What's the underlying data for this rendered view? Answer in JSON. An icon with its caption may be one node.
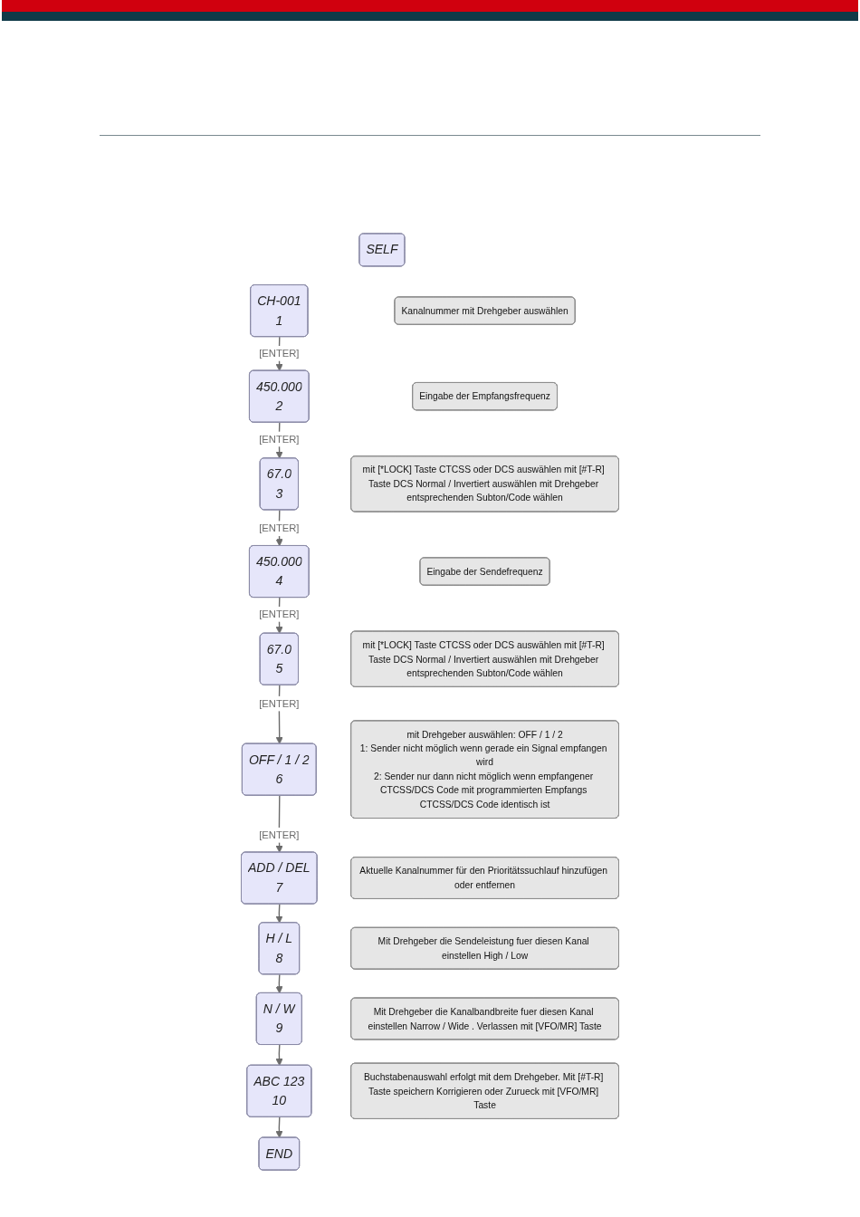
{
  "diagram": {
    "nodes": [
      {
        "text": [
          "SELF"
        ]
      },
      {
        "text": [
          "CH-001",
          "1"
        ]
      },
      {
        "text": [
          "Kanalnummer mit Drehgeber auswählen"
        ]
      },
      {
        "text": [
          "450.000",
          "2"
        ]
      },
      {
        "text": [
          "Eingabe der Empfangsfrequenz"
        ]
      },
      {
        "text": [
          "67.0",
          "3"
        ]
      },
      {
        "text": [
          "mit [*LOCK] Taste CTCSS oder DCS auswählen mit [#T-R] Taste DCS Normal / Invertiert auswählen mit Drehgeber entsprechenden Subton/Code wählen"
        ]
      },
      {
        "text": [
          "450.000",
          "4"
        ]
      },
      {
        "text": [
          "Eingabe der Sendefrequenz"
        ]
      },
      {
        "text": [
          "67.0",
          "5"
        ]
      },
      {
        "text": [
          "mit [*LOCK] Taste CTCSS oder DCS auswählen mit [#T-R] Taste DCS Normal / Invertiert auswählen mit Drehgeber entsprechenden Subton/Code wählen"
        ]
      },
      {
        "text": [
          "OFF / 1 / 2",
          "6"
        ]
      },
      {
        "text": [
          "mit Drehgeber auswählen: OFF / 1 / 2",
          "1: Sender nicht möglich wenn gerade ein Signal empfangen wird",
          "2: Sender nur dann nicht möglich wenn empfangener CTCSS/DCS Code mit programmierten Empfangs CTCSS/DCS Code identisch ist"
        ]
      },
      {
        "text": [
          "ADD / DEL",
          "7"
        ]
      },
      {
        "text": [
          "Aktuelle Kanalnummer für den Prioritätssuchlauf hinzufügen oder entfernen"
        ]
      },
      {
        "text": [
          "H / L",
          "8"
        ]
      },
      {
        "text": [
          "Mit Drehgeber die Sendeleistung fuer diesen Kanal einstellen High / Low"
        ]
      },
      {
        "text": [
          "N / W",
          "9"
        ]
      },
      {
        "text": [
          "Mit Drehgeber die Kanalbandbreite fuer diesen Kanal einstellen Narrow / Wide . Verlassen mit [VFO/MR] Taste"
        ]
      },
      {
        "text": [
          "ABC 123",
          "10"
        ]
      },
      {
        "text": [
          "Buchstabenauswahl erfolgt mit dem Drehgeber. Mit [#T-R] Taste speichern Korrigieren oder Zurueck mit [VFO/MR] Taste"
        ]
      },
      {
        "text": [
          "END"
        ]
      }
    ],
    "edges": [
      {
        "from": 1,
        "to": 3,
        "arrow": "to",
        "label": "[ENTER]"
      },
      {
        "from": 3,
        "to": 5,
        "arrow": "to",
        "label": "[ENTER]"
      },
      {
        "from": 5,
        "to": 7,
        "arrow": "to",
        "label": "[ENTER]"
      },
      {
        "from": 7,
        "to": 9,
        "arrow": "to",
        "label": "[ENTER]"
      },
      {
        "from": 9,
        "to": 11,
        "arrow": "to",
        "label": "[ENTER]"
      },
      {
        "from": 11,
        "to": 13,
        "arrow": "to",
        "label": "[ENTER]"
      },
      {
        "from": 13,
        "to": 15,
        "arrow": "to"
      },
      {
        "from": 15,
        "to": 17,
        "arrow": "to"
      },
      {
        "from": 17,
        "to": 19,
        "arrow": "to"
      },
      {
        "from": 19,
        "to": 21,
        "arrow": "to"
      }
    ]
  }
}
